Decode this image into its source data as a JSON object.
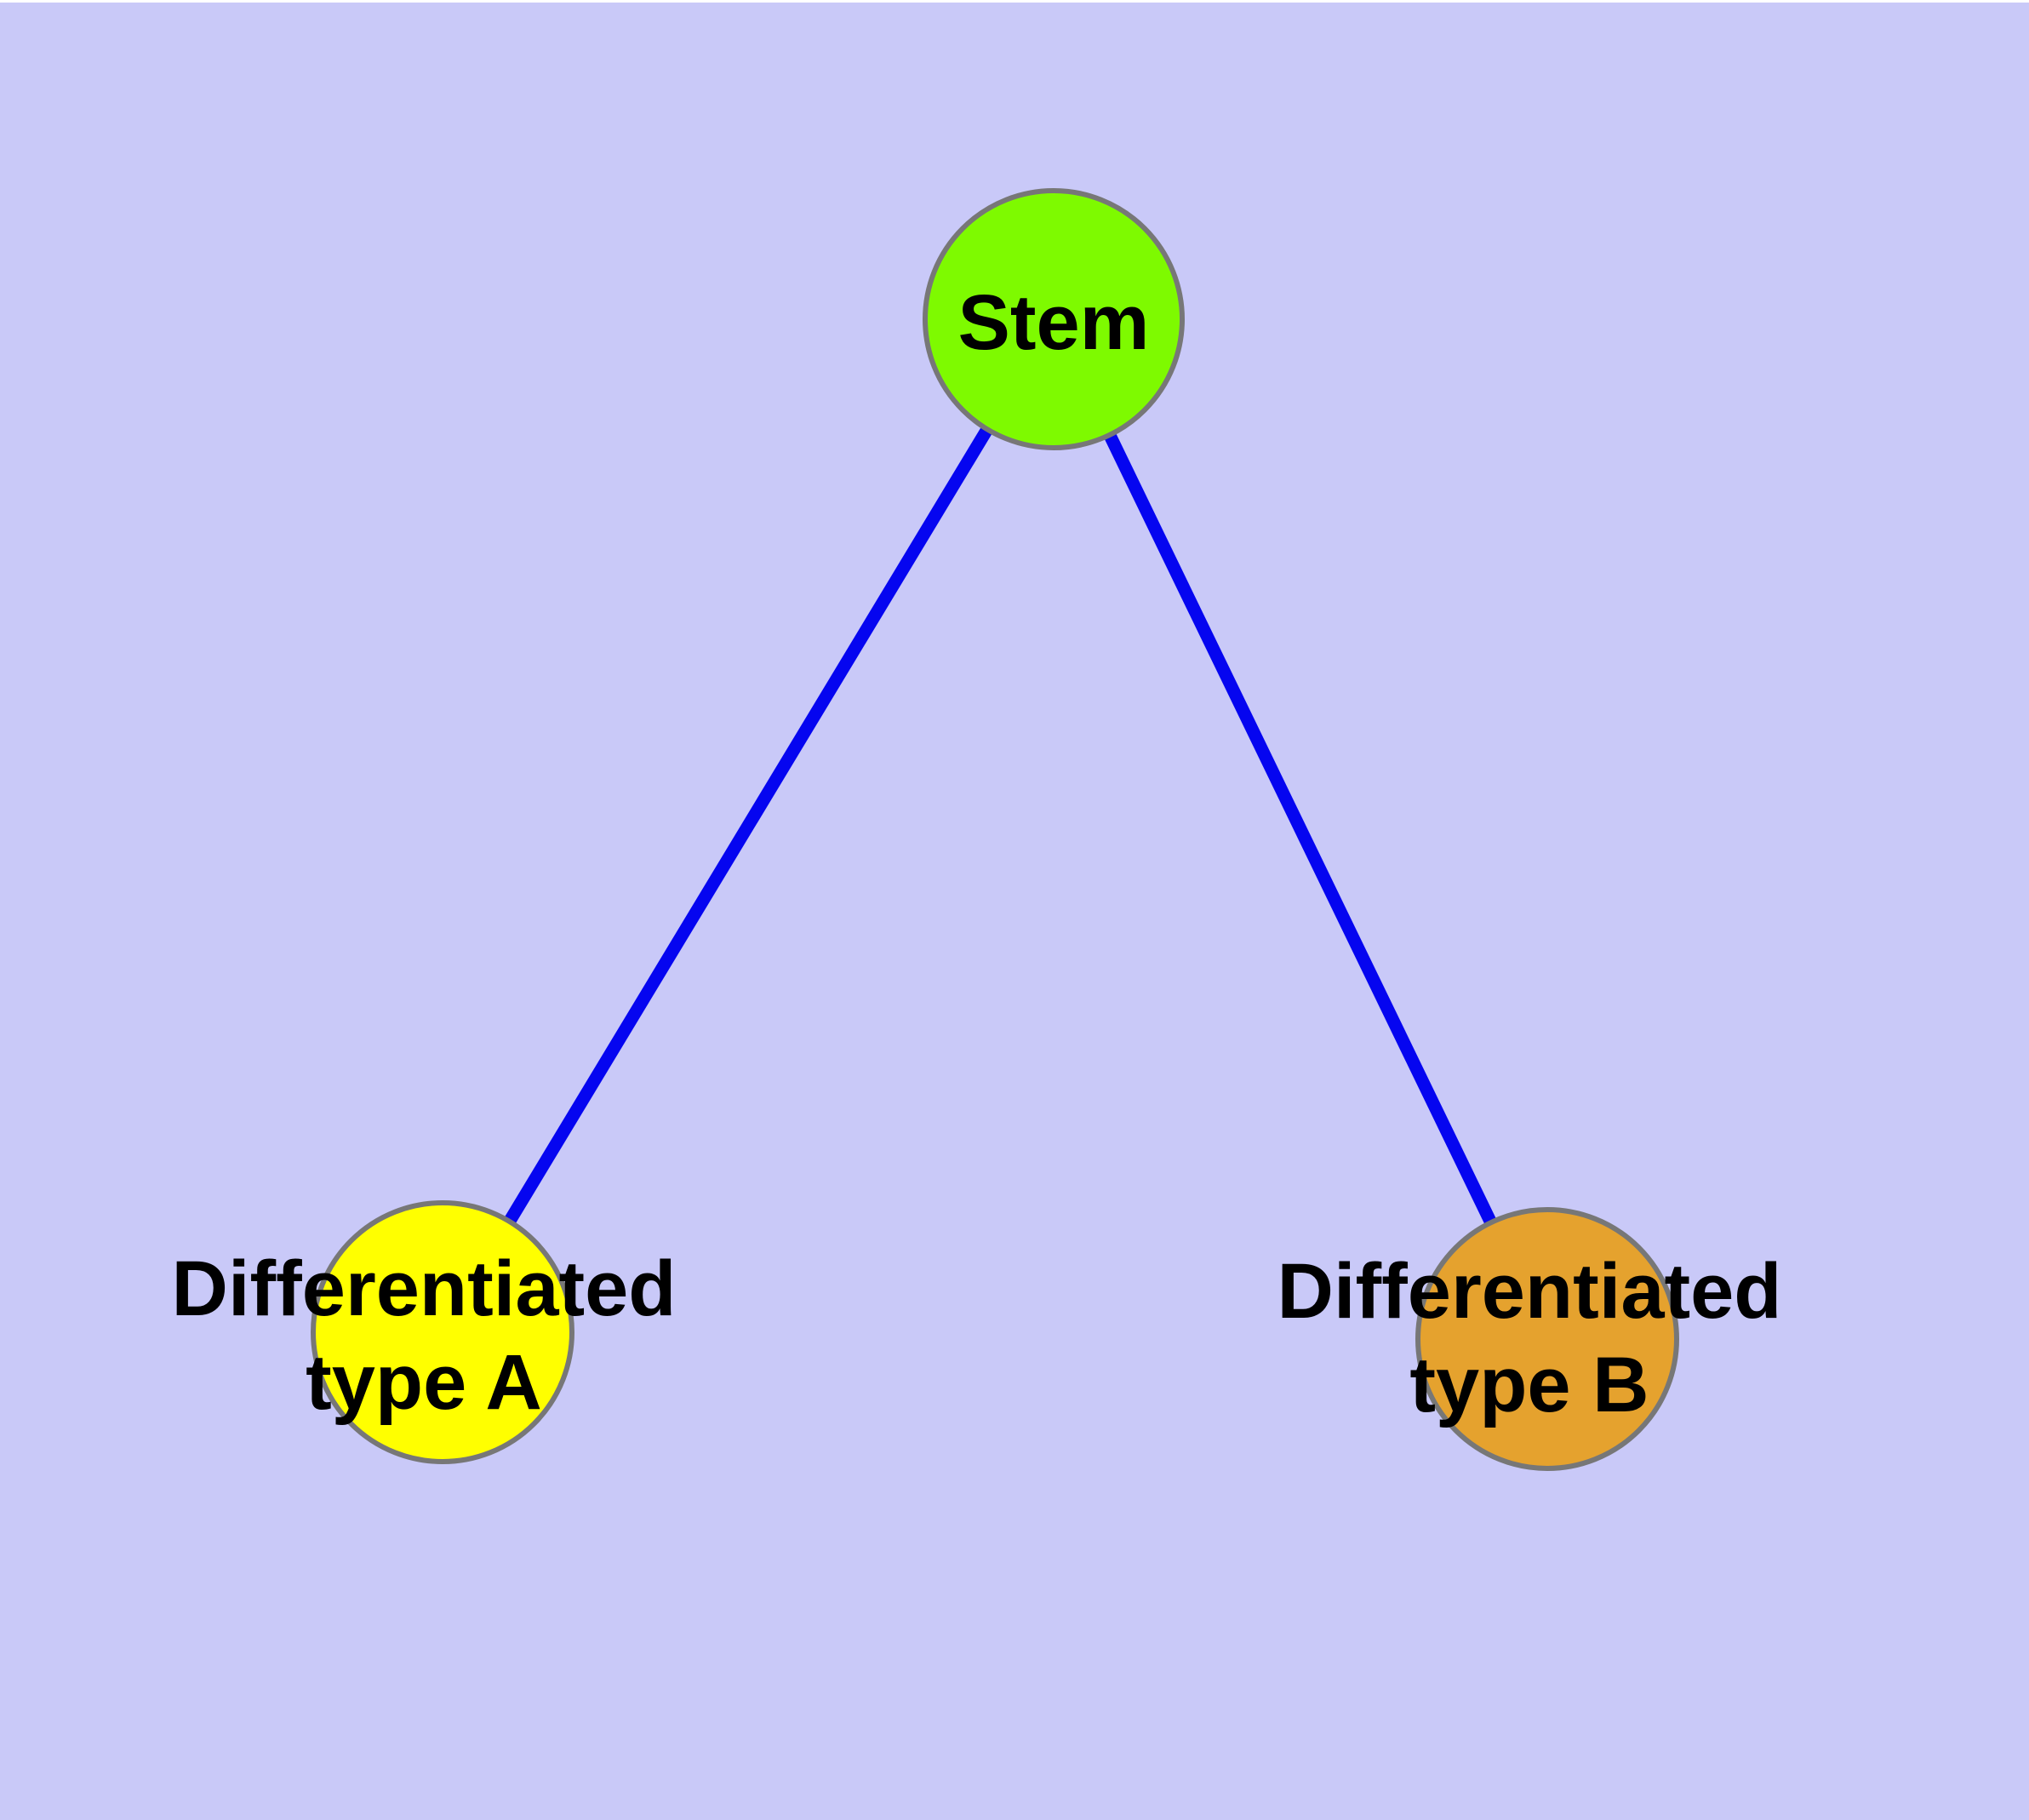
{
  "diagram": {
    "type": "node-link-graph",
    "background_color": "#C9C9F8",
    "page_margin_color": "#FFFFFF",
    "edge_color": "#0505F0",
    "node_border_color": "#777777",
    "label_color": "#000000",
    "nodes": [
      {
        "id": "stem",
        "label": "Stem",
        "fill": "#7EFA00"
      },
      {
        "id": "differentiated-type-a",
        "label_line1": "Differentiated",
        "label_line2": "type A",
        "fill": "#FFFF00"
      },
      {
        "id": "differentiated-type-b",
        "label_line1": "Differentiated",
        "label_line2": "type B",
        "fill": "#E5A22E"
      }
    ],
    "edges": [
      {
        "from": "stem",
        "to": "differentiated-type-a"
      },
      {
        "from": "stem",
        "to": "differentiated-type-b"
      }
    ]
  }
}
